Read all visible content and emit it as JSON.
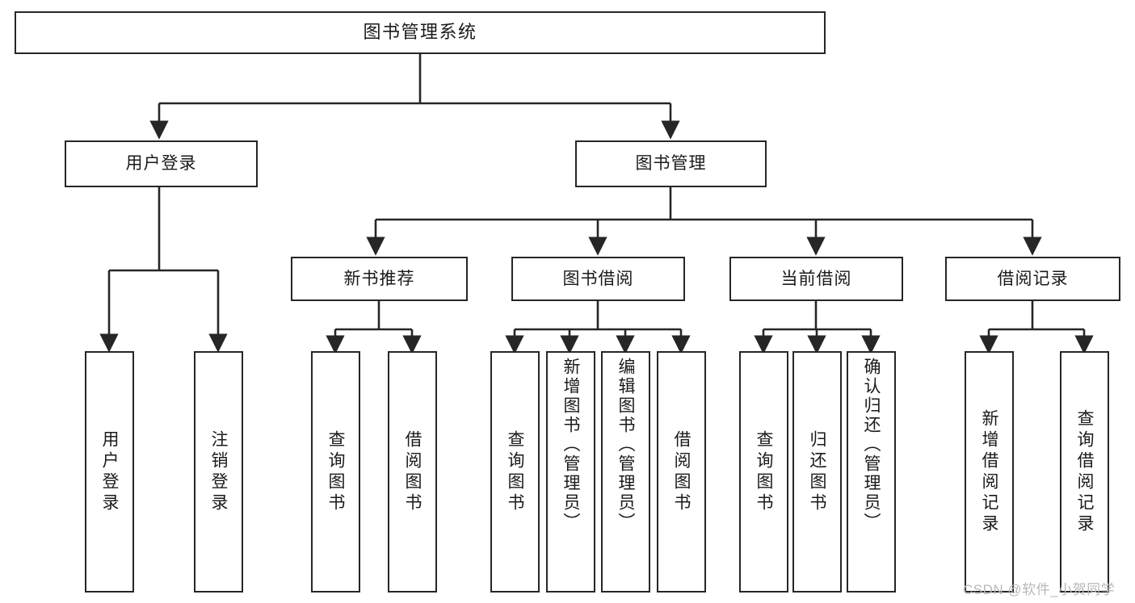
{
  "diagram": {
    "type": "tree-hierarchy",
    "title": "图书管理系统",
    "root": {
      "label": "图书管理系统"
    },
    "level2": [
      {
        "label": "用户登录"
      },
      {
        "label": "图书管理"
      }
    ],
    "level3": [
      {
        "label": "新书推荐"
      },
      {
        "label": "图书借阅"
      },
      {
        "label": "当前借阅"
      },
      {
        "label": "借阅记录"
      }
    ],
    "leaves": {
      "user_login": [
        {
          "label": "用户登录"
        },
        {
          "label": "注销登录"
        }
      ],
      "new_book_recommend": [
        {
          "label": "查询图书"
        },
        {
          "label": "借阅图书"
        }
      ],
      "book_borrow": [
        {
          "label": "查询图书"
        },
        {
          "label": "新增图书（管理员）"
        },
        {
          "label": "编辑图书（管理员）"
        },
        {
          "label": "借阅图书"
        }
      ],
      "current_borrow": [
        {
          "label": "查询图书"
        },
        {
          "label": "归还图书"
        },
        {
          "label": "确认归还（管理员）"
        }
      ],
      "borrow_record": [
        {
          "label": "新增借阅记录"
        },
        {
          "label": "查询借阅记录"
        }
      ]
    }
  },
  "watermark": {
    "text": "CSDN @软件_小贺同学"
  },
  "colors": {
    "stroke": "#262626",
    "text": "#1a1a1a",
    "background": "#ffffff",
    "watermark": "#b8b8b8"
  }
}
